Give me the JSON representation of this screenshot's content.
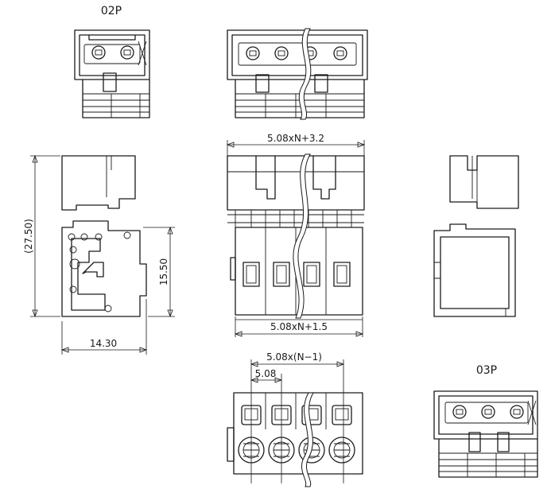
{
  "labels": {
    "top_left": "02P",
    "bottom_right": "03P"
  },
  "dimensions": {
    "overall_width": "5.08xN+3.2",
    "base_width": "5.08xN+1.5",
    "height_overall": "(27.50)",
    "height_body": "15.50",
    "depth": "14.30",
    "pin_span": "5.08x(N−1)",
    "pitch": "5.08"
  }
}
